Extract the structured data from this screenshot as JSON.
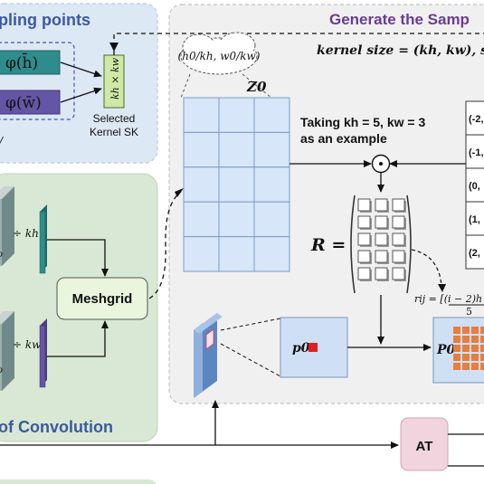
{
  "panels": {
    "sampling_title": "pling points",
    "generate_title": "Generate the Samp",
    "convolution_title": "of Convolution"
  },
  "sampling": {
    "phi_h": "φ(h̄)",
    "phi_w": "φ(w̄)",
    "kernel_box": "kh × kw",
    "selected_line1": "Selected",
    "selected_line2": "Kernel SK",
    "stray_label": "/"
  },
  "generate": {
    "kernel_size_label": "kernel size = (kh, kw), s",
    "cloud_label": "(h0/kh, w0/kw)",
    "z0_label": "Z0",
    "taking_line1": "Taking kh = 5, kw = 3",
    "taking_line2": "as an example",
    "odot": "⊙",
    "r_label": "R =",
    "rij_label": "rij = [(i − 2)h",
    "rij_denom": "5",
    "p0_small": "p0",
    "p0_big": "P0",
    "offsets": [
      "(-2,",
      "(-1,",
      "(0,",
      "(1,",
      "(2,"
    ]
  },
  "convolution": {
    "div_kh": "÷ kh",
    "div_kw": "÷ kw",
    "meshgrid": "Meshgrid"
  },
  "at_label": "AT",
  "colors": {
    "sampling_bg": "#dde8f5",
    "generate_bg": "#f0f0f0",
    "convolution_bg": "#d9e8d4",
    "teal": "#2e8c8c",
    "purple": "#6555a5",
    "kernel_green": "#cfe8a6",
    "title_blue": "#3b5a9e",
    "title_purple": "#6a3d8f",
    "grid_fill": "#d7e6f8",
    "meshgrid_fill": "#e9f5dc",
    "at_fill": "#f1d4de",
    "red_dot": "#e02020",
    "orange": "#e87d3e"
  }
}
